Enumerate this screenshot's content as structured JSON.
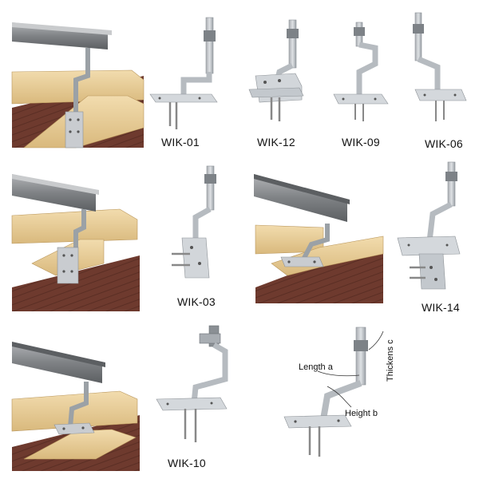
{
  "products": [
    {
      "code": "WIK-01"
    },
    {
      "code": "WIK-12"
    },
    {
      "code": "WIK-09"
    },
    {
      "code": "WIK-06"
    },
    {
      "code": "WIK-03"
    },
    {
      "code": "WIK-14"
    },
    {
      "code": "WIK-10"
    }
  ],
  "dimensions": {
    "length": "Length a",
    "height": "Height b",
    "thickness": "Thickens c"
  },
  "colors": {
    "wood": "#e8cf9c",
    "wood_dark": "#c9a86a",
    "roof": "#6e3a2e",
    "rail": "#8d8f91",
    "steel": "#c9ccd0"
  },
  "icons": [
    "roof-hook-icon",
    "mounting-rail-icon",
    "wood-beam-icon",
    "lag-screw-icon"
  ]
}
